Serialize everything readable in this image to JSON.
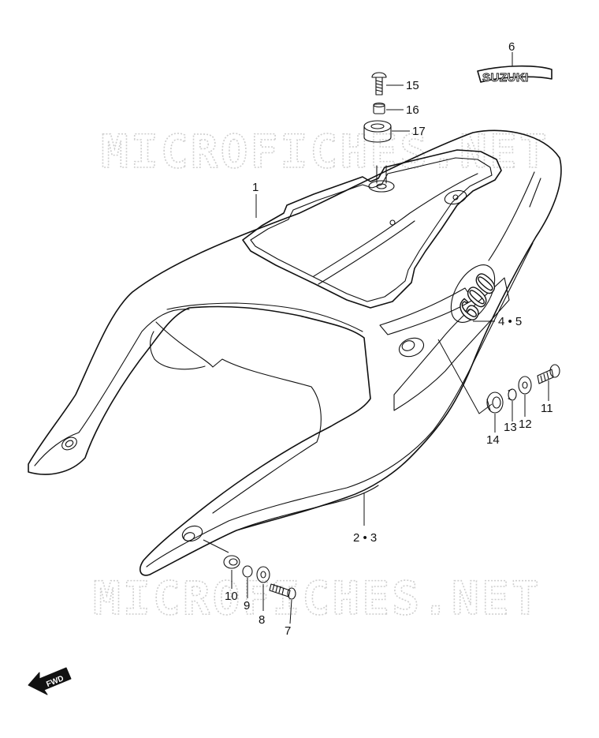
{
  "watermark": "MICROFICHES.NET",
  "badge_text": "SUZUKI",
  "emblem_text": "600",
  "fwd_text": "FWD",
  "labels": {
    "l1": "1",
    "l23": "2 • 3",
    "l45": "4 • 5",
    "l6": "6",
    "l7": "7",
    "l8": "8",
    "l9": "9",
    "l10": "10",
    "l11": "11",
    "l12": "12",
    "l13": "13",
    "l14": "14",
    "l15": "15",
    "l16": "16",
    "l17": "17"
  }
}
